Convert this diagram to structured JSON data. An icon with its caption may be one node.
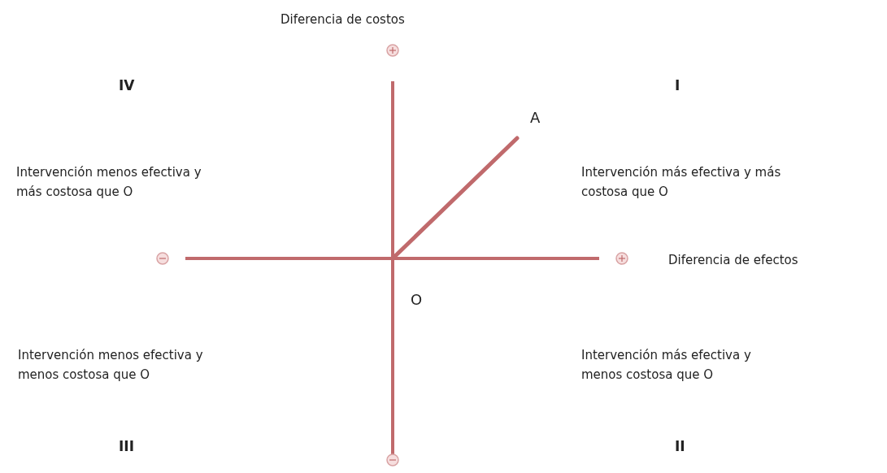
{
  "diagram": {
    "nodes": [
      {
        "text": [
          "O"
        ]
      },
      {
        "text": [
          "A"
        ]
      }
    ],
    "edges": [
      {
        "from": 0,
        "to": 1,
        "arrow": "none"
      }
    ],
    "labels": [
      "Diferencia de costos",
      "IV",
      "I",
      "Intervención menos efectiva y más costosa que O",
      "Intervención más efectiva y más costosa que O",
      "Diferencia de efectos",
      "Intervención menos efectiva y menos costosa que O",
      "Intervención más efectiva y menos costosa que O",
      "III",
      "II"
    ]
  }
}
